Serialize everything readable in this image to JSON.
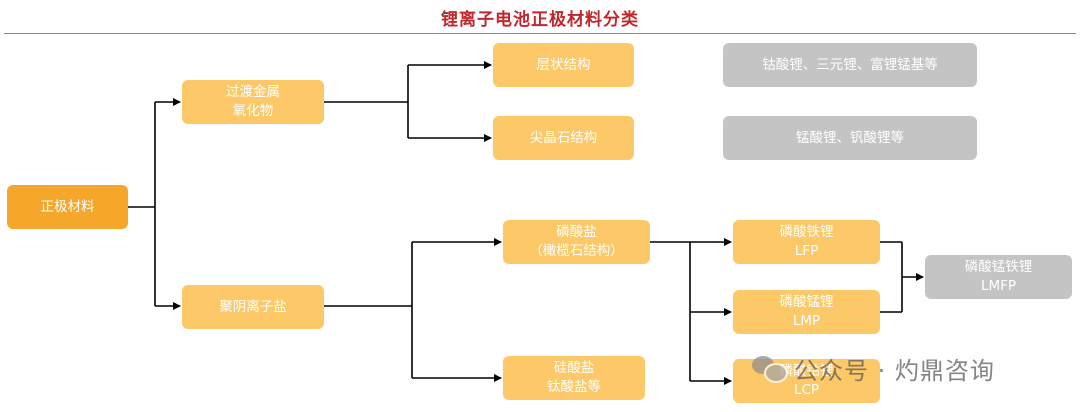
{
  "title": "锂离子电池正极材料分类",
  "nodes": {
    "root": "正极材料",
    "tmo_line1": "过渡金属",
    "tmo_line2": "氧化物",
    "polyanion": "聚阴离子盐",
    "layered": "层状结构",
    "spinel": "尖晶石结构",
    "phosphate_line1": "磷酸盐",
    "phosphate_line2": "（橄榄石结构）",
    "silicate_line1": "硅酸盐",
    "silicate_line2": "钛酸盐等",
    "lfp_line1": "磷酸铁锂",
    "lfp_line2": "LFP",
    "lmp_line1": "磷酸锰锂",
    "lmp_line2": "LMP",
    "lcp_line1": "磷酸钴锂",
    "lcp_line2": "LCP",
    "lmfp_line1": "磷酸锰铁锂",
    "lmfp_line2": "LMFP"
  },
  "examples": {
    "layered": "钴酸锂、三元锂、富锂锰基等",
    "spinel": "锰酸锂、钒酸锂等"
  },
  "watermark": "公众号 · 灼鼎咨询",
  "colors": {
    "title": "#c0282d",
    "root": "#f5a72c",
    "branch": "#fdc968",
    "example": "#c4c4c4",
    "line": "#000000"
  }
}
